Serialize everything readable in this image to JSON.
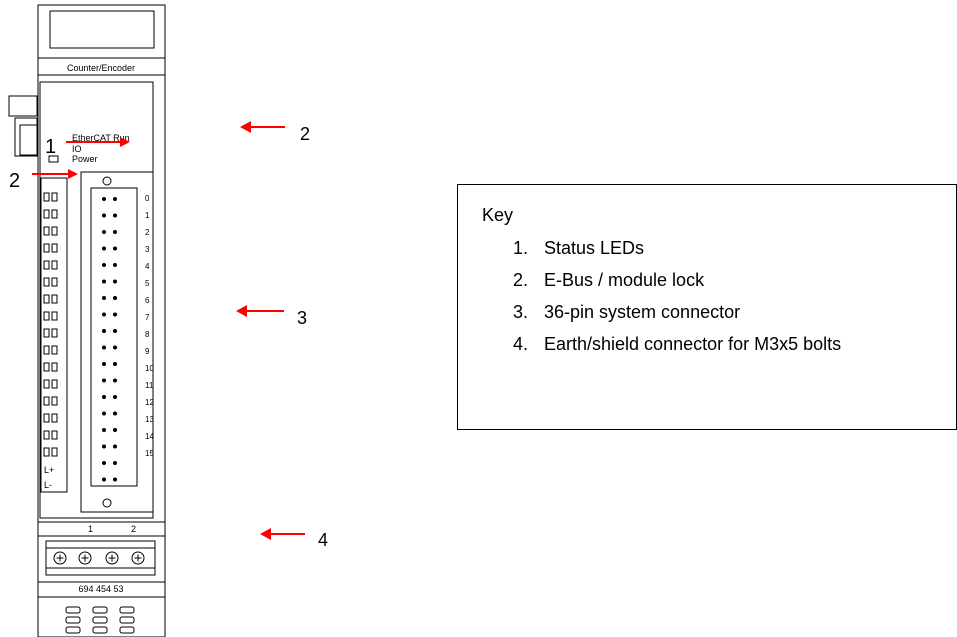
{
  "module": {
    "title": "Counter/Encoder",
    "led_labels": [
      "EtherCAT Run",
      "IO",
      "Power"
    ],
    "channel_numbers": [
      "0",
      "1",
      "2",
      "3",
      "4",
      "5",
      "6",
      "7",
      "8",
      "9",
      "10",
      "11",
      "12",
      "13",
      "14",
      "15"
    ],
    "supply_labels": [
      "L+",
      "L-"
    ],
    "terminal_numbers": [
      "1",
      "2"
    ],
    "part_number": "694 454 53"
  },
  "callouts": {
    "on_drawing": [
      "1",
      "2"
    ],
    "arrows": [
      "2",
      "3",
      "4"
    ]
  },
  "key": {
    "title": "Key",
    "items": [
      {
        "num": "1.",
        "text": "Status LEDs"
      },
      {
        "num": "2.",
        "text": "E-Bus / module lock"
      },
      {
        "num": "3.",
        "text": "36-pin system connector"
      },
      {
        "num": "4.",
        "text": "Earth/shield connector for M3x5 bolts"
      }
    ]
  },
  "colors": {
    "arrow": "#ff0000",
    "line": "#000000"
  }
}
